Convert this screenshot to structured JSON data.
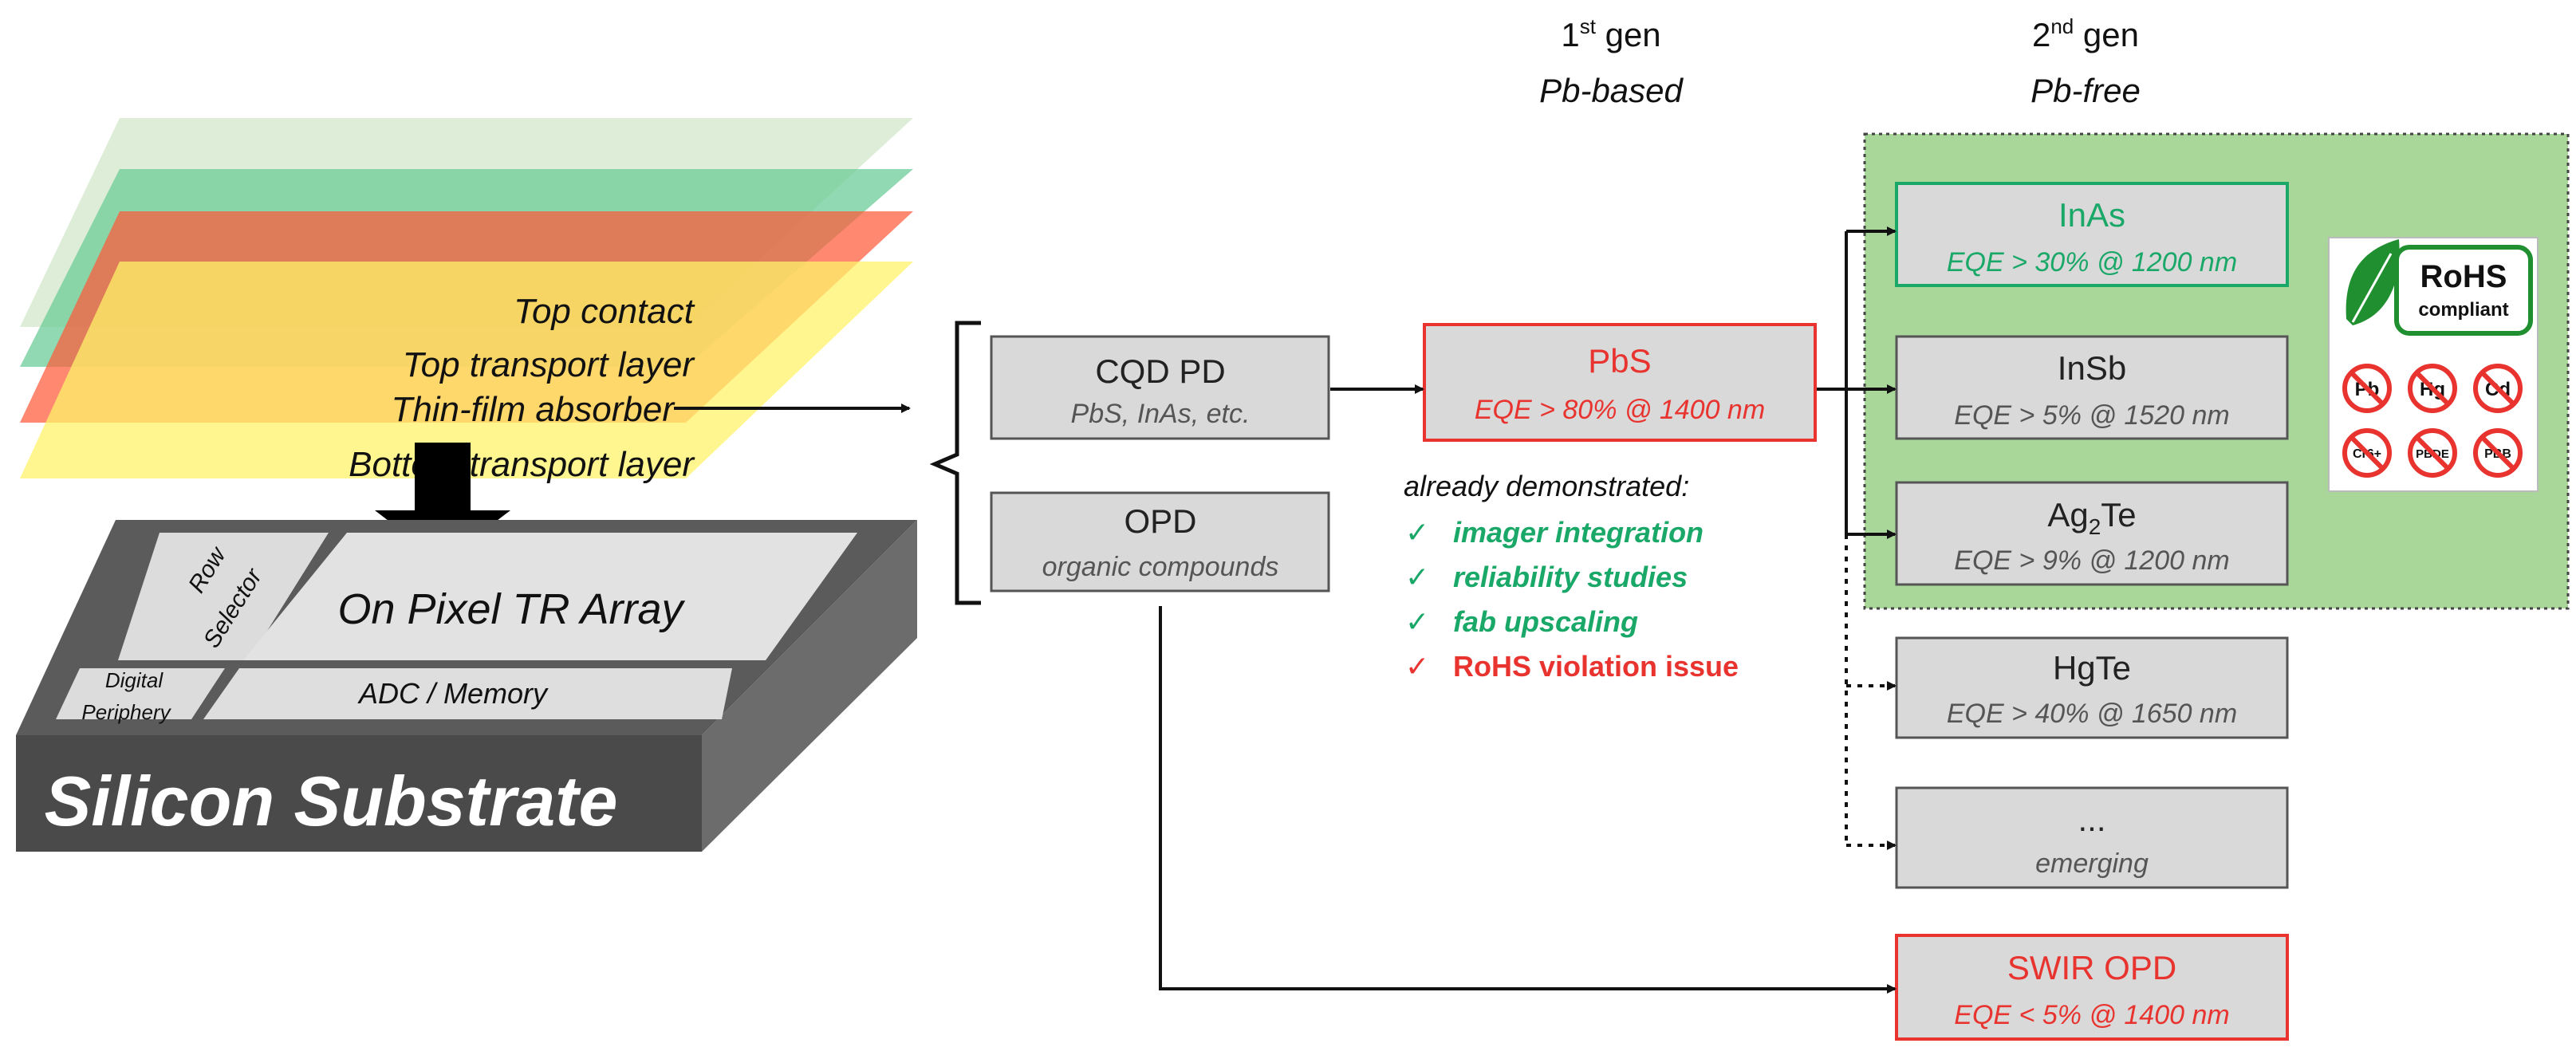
{
  "layers": {
    "top_contact": "Top contact",
    "top_transport": "Top transport layer",
    "absorber": "Thin-film absorber",
    "bottom_transport": "Bottom transport layer"
  },
  "chip": {
    "row_selector_line1": "Row",
    "row_selector_line2": "Selector",
    "tr_array": "On Pixel TR Array",
    "digital_line1": "Digital",
    "digital_line2": "Periphery",
    "adc": "ADC / Memory",
    "substrate": "Silicon Substrate"
  },
  "gen1": {
    "label": "1",
    "sup": "st",
    "suffix": " gen",
    "sub": "Pb-based"
  },
  "gen2": {
    "label": "2",
    "sup": "nd",
    "suffix": " gen",
    "sub": "Pb-free"
  },
  "cqd": {
    "title": "CQD PD",
    "sub": "PbS, InAs, etc."
  },
  "opd": {
    "title": "OPD",
    "sub": "organic compounds"
  },
  "pbs": {
    "title": "PbS",
    "sub": "EQE > 80% @ 1400 nm"
  },
  "demo": {
    "heading": "already demonstrated:",
    "check": "✓",
    "items": [
      "imager integration",
      "reliability studies",
      "fab upscaling"
    ],
    "issue": "RoHS violation issue"
  },
  "materials": {
    "inas": {
      "title": "InAs",
      "sub": "EQE > 30% @ 1200 nm"
    },
    "insb": {
      "title": "InSb",
      "sub": "EQE > 5% @ 1520 nm"
    },
    "ag2te": {
      "title_a": "Ag",
      "title_sub": "2",
      "title_b": "Te",
      "sub": "EQE > 9% @ 1200 nm"
    },
    "hgte": {
      "title": "HgTe",
      "sub": "EQE > 40% @ 1650 nm"
    },
    "emerging": {
      "title": "...",
      "sub": "emerging"
    },
    "swir": {
      "title": "SWIR OPD",
      "sub": "EQE < 5% @ 1400 nm"
    }
  },
  "rohs": {
    "title": "RoHS",
    "compliant": "compliant",
    "substances": [
      "Pb",
      "Hg",
      "Cd",
      "Cr6+",
      "PBDE",
      "PBB"
    ]
  },
  "colors": {
    "red": "#e8332f",
    "green": "#1aa868",
    "panel": "#a9d79a",
    "box": "#d9d9d9"
  }
}
